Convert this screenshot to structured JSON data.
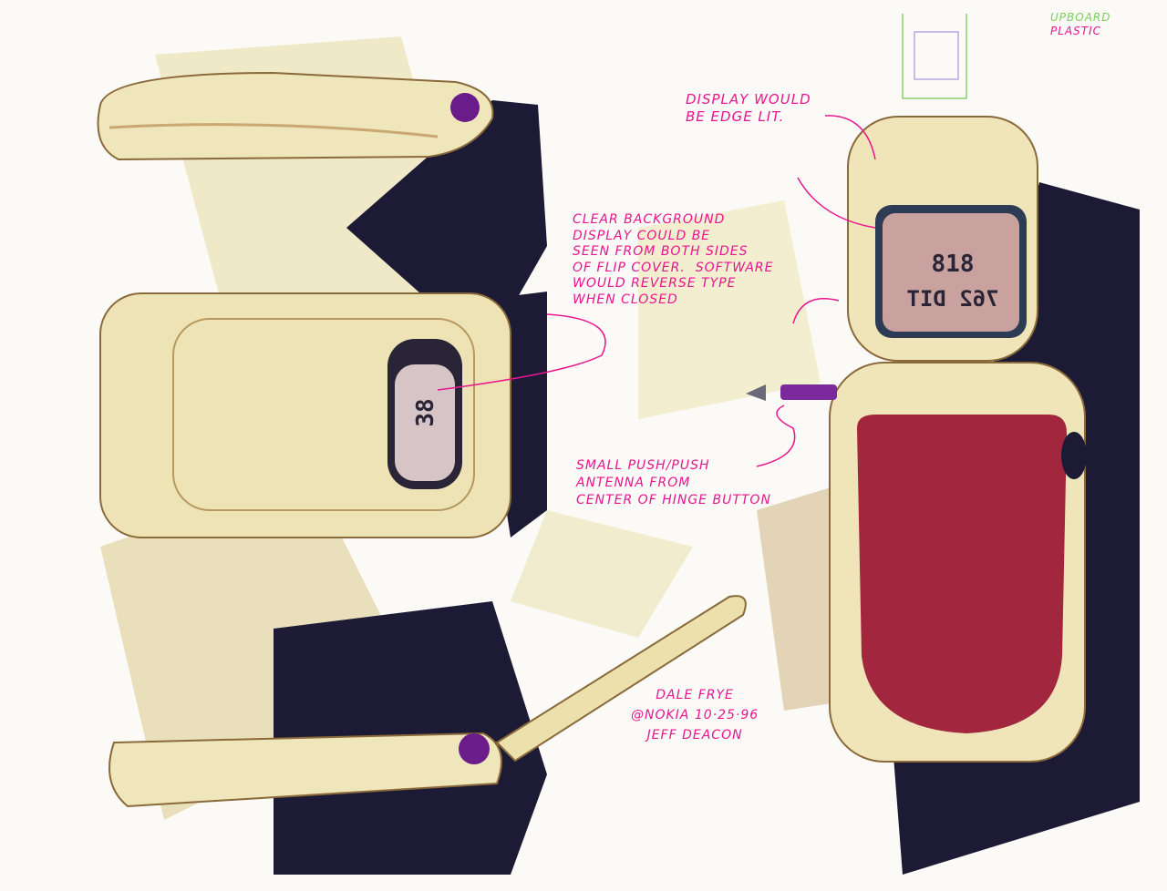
{
  "annotations": {
    "display_edge_lit": "Display would\nbe edge lit.",
    "clear_background": "Clear background\ndisplay could be\nseen from both sides\nof flip cover.  Software\nwould reverse type\nwhen closed",
    "antenna": "Small push/push\nantenna from\ncenter of hinge button",
    "signature": "Dale Frye\n@Nokia 10·25·96\nJeff Deacon",
    "upboard_line1": "Upboard",
    "upboard_line2": "plastic"
  },
  "display": {
    "front_view_text": "38",
    "open_view_line1": "818",
    "open_view_line2": "762 DIT"
  },
  "colors": {
    "annotation": "#e8168f",
    "body": "#ece3b4",
    "keypad": "#a3263f",
    "shadow": "#1a1830",
    "button": "#6a1c8a"
  }
}
